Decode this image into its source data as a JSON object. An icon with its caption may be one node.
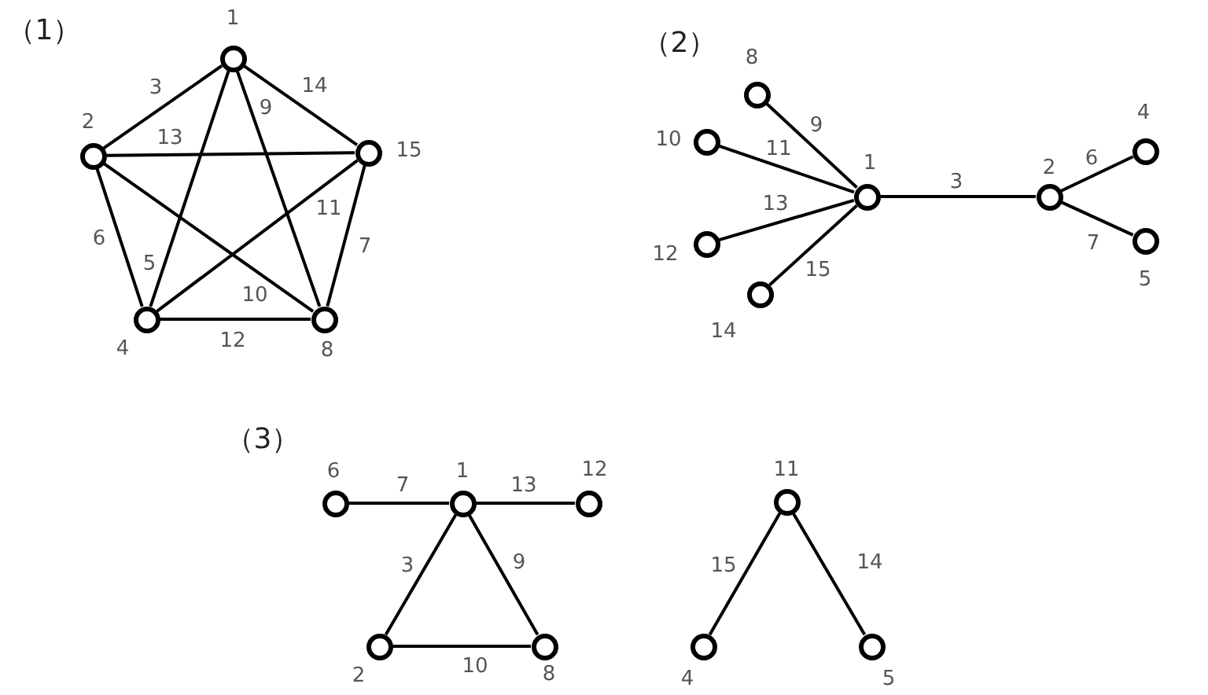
{
  "diagram": {
    "nodes": [
      {
        "text": [],
        "shape": "circle",
        "beside": [
          "1"
        ]
      },
      {
        "text": [],
        "shape": "circle",
        "beside": [
          "2"
        ]
      },
      {
        "text": [],
        "shape": "circle",
        "beside": [
          "15"
        ]
      },
      {
        "text": [],
        "shape": "circle",
        "beside": [
          "4"
        ]
      },
      {
        "text": [],
        "shape": "circle",
        "beside": [
          "8"
        ]
      },
      {
        "text": [],
        "shape": "circle",
        "beside": [
          "8"
        ]
      },
      {
        "text": [],
        "shape": "circle",
        "beside": [
          "10"
        ]
      },
      {
        "text": [],
        "shape": "circle",
        "beside": [
          "12"
        ]
      },
      {
        "text": [],
        "shape": "circle",
        "beside": [
          "14"
        ]
      },
      {
        "text": [],
        "shape": "circle",
        "beside": [
          "1"
        ]
      },
      {
        "text": [],
        "shape": "circle",
        "beside": [
          "2"
        ]
      },
      {
        "text": [],
        "shape": "circle",
        "beside": [
          "4"
        ]
      },
      {
        "text": [],
        "shape": "circle",
        "beside": [
          "5"
        ]
      },
      {
        "text": [],
        "shape": "circle",
        "beside": [
          "6"
        ]
      },
      {
        "text": [],
        "shape": "circle",
        "beside": [
          "1"
        ]
      },
      {
        "text": [],
        "shape": "circle",
        "beside": [
          "12"
        ]
      },
      {
        "text": [],
        "shape": "circle",
        "beside": [
          "2"
        ]
      },
      {
        "text": [],
        "shape": "circle",
        "beside": [
          "8"
        ]
      },
      {
        "text": [],
        "shape": "circle",
        "beside": [
          "11"
        ]
      },
      {
        "text": [],
        "shape": "circle",
        "beside": [
          "4"
        ]
      },
      {
        "text": [],
        "shape": "circle",
        "beside": [
          "5"
        ]
      }
    ],
    "edges": [
      {
        "from": 0,
        "to": 1,
        "arrow": "none",
        "label": "3"
      },
      {
        "from": 0,
        "to": 2,
        "arrow": "none",
        "label": "14"
      },
      {
        "from": 0,
        "to": 3,
        "arrow": "none",
        "label": "5"
      },
      {
        "from": 0,
        "to": 4,
        "arrow": "none",
        "label": "9"
      },
      {
        "from": 1,
        "to": 2,
        "arrow": "none",
        "label": "13"
      },
      {
        "from": 1,
        "to": 3,
        "arrow": "none",
        "label": "6"
      },
      {
        "from": 1,
        "to": 4,
        "arrow": "none",
        "label": "10"
      },
      {
        "from": 2,
        "to": 3,
        "arrow": "none",
        "label": "11"
      },
      {
        "from": 2,
        "to": 4,
        "arrow": "none",
        "label": "7"
      },
      {
        "from": 3,
        "to": 4,
        "arrow": "none",
        "label": "12"
      },
      {
        "from": 5,
        "to": 9,
        "arrow": "none",
        "label": "9"
      },
      {
        "from": 6,
        "to": 9,
        "arrow": "none",
        "label": "11"
      },
      {
        "from": 7,
        "to": 9,
        "arrow": "none",
        "label": "13"
      },
      {
        "from": 8,
        "to": 9,
        "arrow": "none",
        "label": "15"
      },
      {
        "from": 9,
        "to": 10,
        "arrow": "none",
        "label": "3"
      },
      {
        "from": 10,
        "to": 11,
        "arrow": "none",
        "label": "6"
      },
      {
        "from": 10,
        "to": 12,
        "arrow": "none",
        "label": "7"
      },
      {
        "from": 13,
        "to": 14,
        "arrow": "none",
        "label": "7"
      },
      {
        "from": 14,
        "to": 15,
        "arrow": "none",
        "label": "13"
      },
      {
        "from": 14,
        "to": 16,
        "arrow": "none",
        "label": "3"
      },
      {
        "from": 14,
        "to": 17,
        "arrow": "none",
        "label": "9"
      },
      {
        "from": 16,
        "to": 17,
        "arrow": "none",
        "label": "10"
      },
      {
        "from": 18,
        "to": 19,
        "arrow": "none",
        "label": "15"
      },
      {
        "from": 18,
        "to": 20,
        "arrow": "none",
        "label": "14"
      }
    ],
    "labels": [
      "（1）",
      "（2）",
      "（3）"
    ]
  }
}
